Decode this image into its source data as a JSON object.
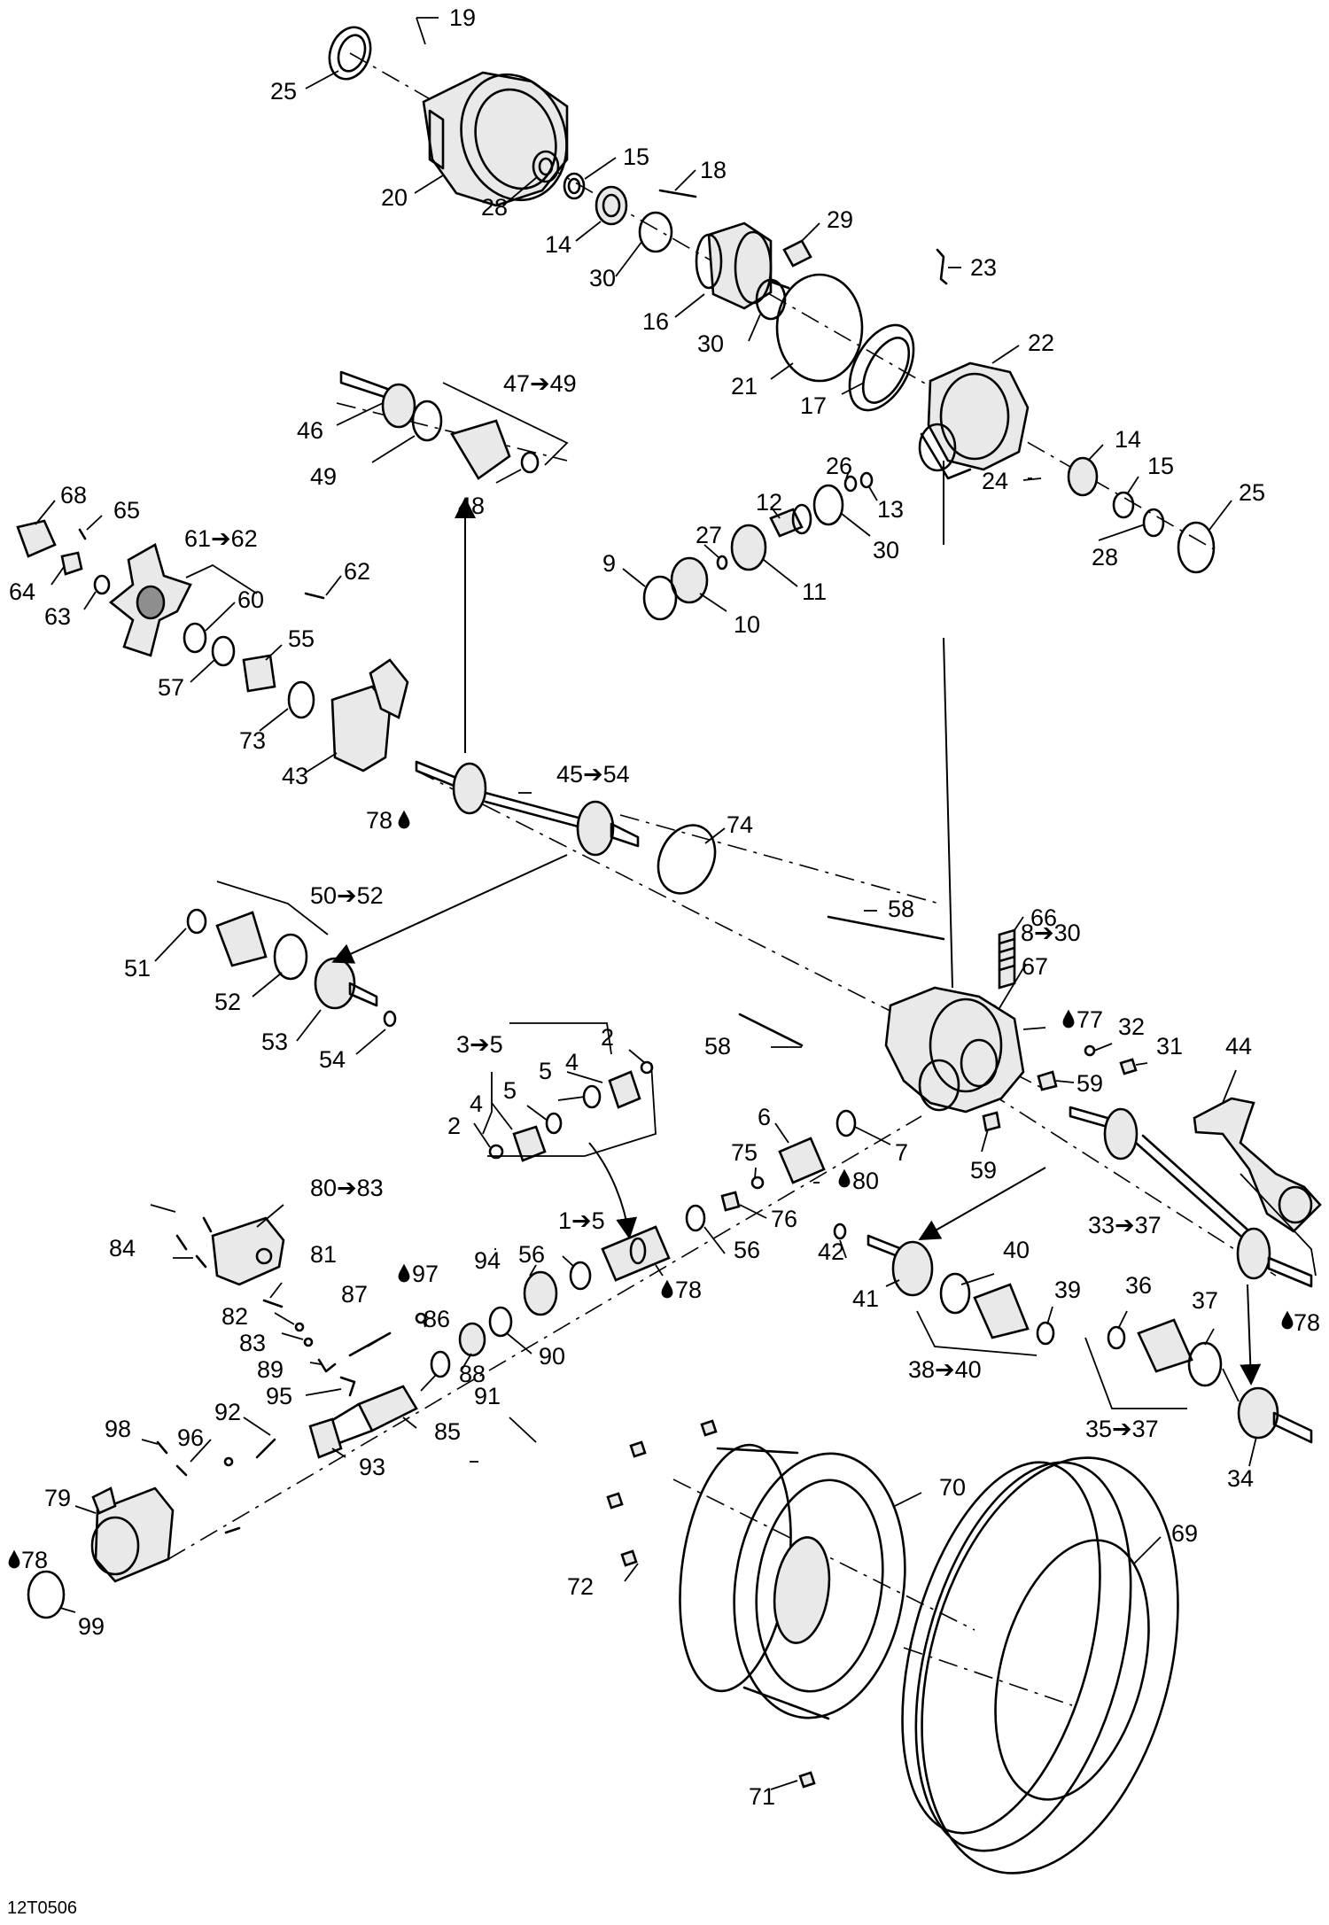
{
  "diagram": {
    "code": "12T0506",
    "oil_symbol": "drop-icon",
    "labels": {
      "c1": "1➔5",
      "c2a": "2",
      "c2b": "2",
      "c3": "3➔5",
      "c4a": "4",
      "c4b": "4",
      "c5a": "5",
      "c5b": "5",
      "c6": "6",
      "c7": "7",
      "c8": "8➔30",
      "c9": "9",
      "c10": "10",
      "c11": "11",
      "c12": "12",
      "c13": "13",
      "c14a": "14",
      "c14b": "14",
      "c15a": "15",
      "c15b": "15",
      "c16": "16",
      "c17": "17",
      "c18": "18",
      "c19": "19",
      "c20": "20",
      "c21": "21",
      "c22": "22",
      "c23": "23",
      "c24": "24",
      "c25a": "25",
      "c25b": "25",
      "c26": "26",
      "c27": "27",
      "c28a": "28",
      "c28b": "28",
      "c29": "29",
      "c30a": "30",
      "c30b": "30",
      "c30c": "30",
      "c31": "31",
      "c32": "32",
      "c33": "33➔37",
      "c34": "34",
      "c35": "35➔37",
      "c36": "36",
      "c37": "37",
      "c38": "38➔40",
      "c39": "39",
      "c40": "40",
      "c41": "41",
      "c42": "42",
      "c43": "43",
      "c44": "44",
      "c45": "45➔54",
      "c46": "46",
      "c47": "47➔49",
      "c48": "48",
      "c49": "49",
      "c50": "50➔52",
      "c51": "51",
      "c52": "52",
      "c53": "53",
      "c54": "54",
      "c55": "55",
      "c56a": "56",
      "c56b": "56",
      "c57": "57",
      "c58a": "58",
      "c58b": "58",
      "c59a": "59",
      "c59b": "59",
      "c60": "60",
      "c61": "61➔62",
      "c62": "62",
      "c63": "63",
      "c64": "64",
      "c65": "65",
      "c66": "66",
      "c67": "67",
      "c68": "68",
      "c69": "69",
      "c70": "70",
      "c71": "71",
      "c72": "72",
      "c73": "73",
      "c74": "74",
      "c75": "75",
      "c76": "76",
      "c77": "77",
      "c78a": "78",
      "c78b": "78",
      "c78c": "78",
      "c78d": "78",
      "c79": "79",
      "c80": "80",
      "c80b": "80➔83",
      "c81": "81",
      "c82": "82",
      "c83": "83",
      "c84": "84",
      "c85": "85",
      "c86": "86",
      "c87": "87",
      "c88": "88",
      "c89": "89",
      "c90": "90",
      "c91": "91",
      "c92": "92",
      "c93": "93",
      "c94": "94",
      "c95": "95",
      "c96": "96",
      "c97": "97",
      "c98": "98",
      "c99": "99"
    }
  }
}
